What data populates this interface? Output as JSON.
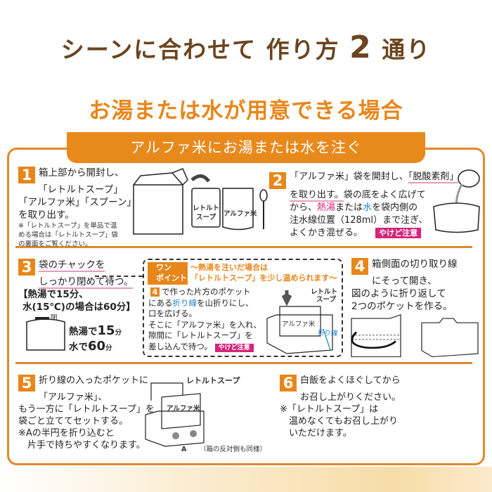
{
  "header": {
    "title_a": "シーンに合わせて 作り方",
    "title_num": "2",
    "title_b": "通り",
    "subtitle": "お湯または水が用意できる場合",
    "banner": "アルファ米にお湯または水を注ぐ"
  },
  "steps": {
    "s1": {
      "num": "1",
      "lines": [
        "箱上部から開封し、",
        "「レトルトスープ」",
        "「アルファ米」「スプーン」",
        "を取り出す。"
      ],
      "note": [
        "※「レトルトスープ」を単品で温",
        "める場合は「レトルトスープ」袋",
        "の裏面をご覧ください。"
      ],
      "label_soup": "レトルト",
      "label_soup2": "スープ",
      "label_rice": "アルファ米"
    },
    "s2": {
      "num": "2",
      "l1a": "「アルファ米」袋を開封し、",
      "l1b": "「脱酸素剤」",
      "l2a": "を取り出す。",
      "l2b": "袋の底をよく広げて",
      "l3a": "から、",
      "l3hot": "熱湯",
      "l3b": "または",
      "l3cold": "水",
      "l3c": "を袋内側の",
      "l4": "注水線位置（128ml）まで注ぎ、",
      "l5": "よくかき混ぜる。",
      "caution": "やけど注意"
    },
    "s3": {
      "num": "3",
      "l1": "袋のチャックを",
      "l2": "しっかり閉めて待つ。",
      "time1": "【熱湯で15分、",
      "time2": "水(15℃)の場合は60分】",
      "close": "閉",
      "hot_label": "熱湯で",
      "hot_num": "15",
      "water_label": "水で",
      "water_num": "60",
      "unit": "分"
    },
    "point": {
      "badge1": "ワン",
      "badge2": "ポイント",
      "head1": "～熱湯を注いだ場合は",
      "head2": "「レトルトスープ」を少し温められます～",
      "ref": "4",
      "l1": "で作った片方のポケット",
      "l2a": "にある",
      "l2b": "折り線",
      "l2c": "を山折りにし、",
      "l3": "口を広げる。",
      "l4": "そこに「アルファ米」を入れ、",
      "l5": "隙間に「レトルトスープ」を",
      "l6": "差し込んで待つ。",
      "caution": "やけど注意",
      "label_soup": "レトルト",
      "label_soup2": "スープ",
      "label_rice": "アルファ米",
      "label_fold": "折り線"
    },
    "s4": {
      "num": "4",
      "lines": [
        "箱側面の切り取り線",
        "にそって開き、",
        "図のように折り返して",
        "2つのポケットを作る。"
      ]
    },
    "s5": {
      "num": "5",
      "lines": [
        "折り線の入ったポケットに",
        "「アルファ米」、",
        "もう一方に「レトルトスープ」を",
        "袋ごと立ててセットする。",
        "※Aの半円を折り込むと",
        "　片手で持ちやすくなります。"
      ],
      "label_soup": "レトルトスープ",
      "label_rice": "アルファ米",
      "label_a": "A",
      "label_same": "（箱の反対側も同様）"
    },
    "s6": {
      "num": "6",
      "lines": [
        "白飯をよくほぐしてから",
        "お召し上がりください。",
        "※「レトルトスープ」は",
        "　温めなくてもお召し上がり",
        "　いただけます。"
      ]
    }
  }
}
